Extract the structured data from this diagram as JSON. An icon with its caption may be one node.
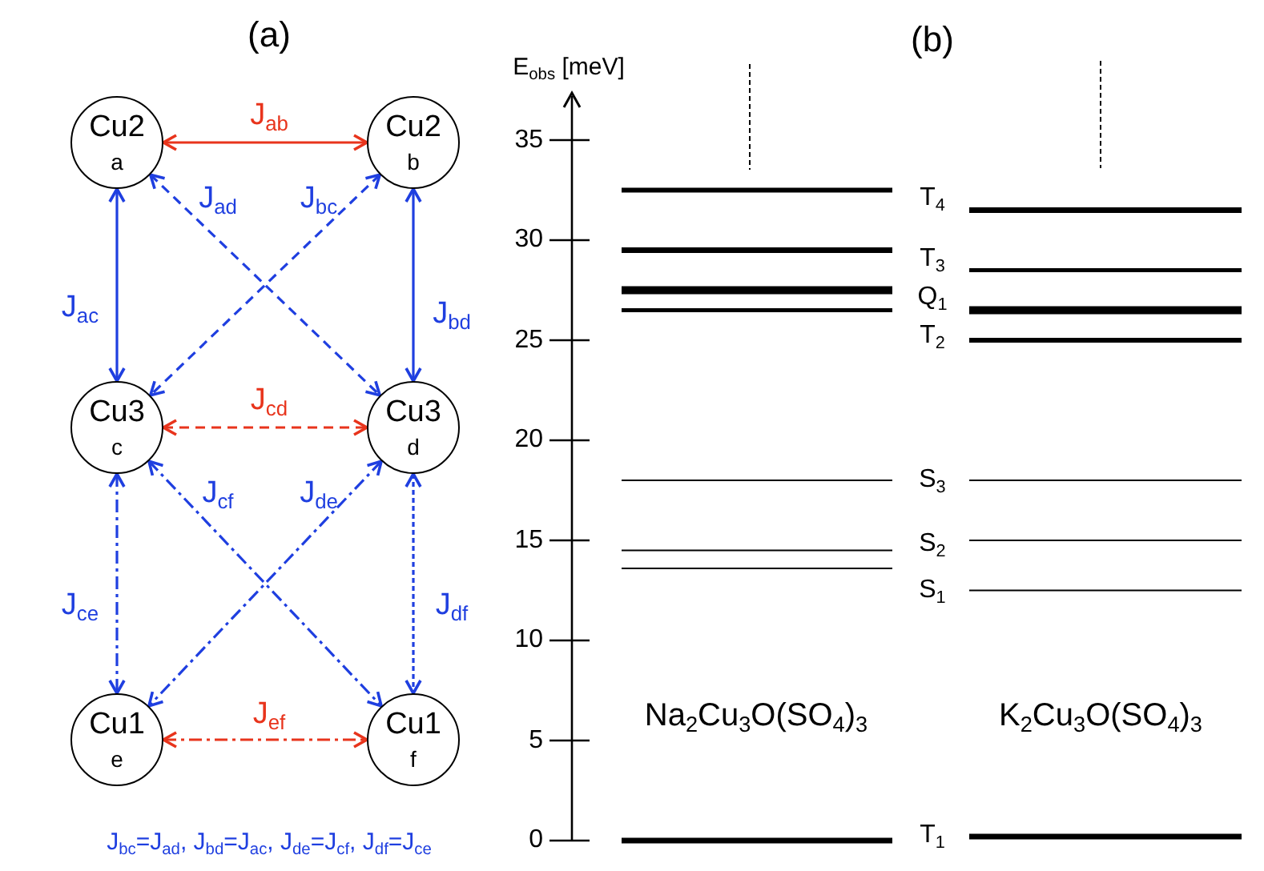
{
  "diagram": {
    "nodes": [
      {
        "text": [
          "Cu2",
          "a"
        ]
      },
      {
        "text": [
          "Cu2",
          "b"
        ]
      },
      {
        "text": [
          "Cu3",
          "c"
        ]
      },
      {
        "text": [
          "Cu3",
          "d"
        ]
      },
      {
        "text": [
          "Cu1",
          "e"
        ]
      },
      {
        "text": [
          "Cu1",
          "f"
        ]
      }
    ],
    "edges": [
      {
        "from": 0,
        "to": 1,
        "arrow": "both",
        "label": "J$_{ab}$",
        "color": "#e8341c"
      },
      {
        "from": 0,
        "to": 3,
        "arrow": "both",
        "label": "J$_{ad}$",
        "style": "dashed"
      },
      {
        "from": 1,
        "to": 2,
        "arrow": "both",
        "label": "J$_{bc}$",
        "style": "dashed"
      },
      {
        "from": 0,
        "to": 2,
        "arrow": "both",
        "label": "J$_{ac}$"
      },
      {
        "from": 1,
        "to": 3,
        "arrow": "both",
        "label": "J$_{bd}$"
      },
      {
        "from": 2,
        "to": 3,
        "arrow": "both",
        "label": "J$_{cd}$",
        "style": "dashed",
        "color": "#e8341c"
      },
      {
        "from": 2,
        "to": 5,
        "arrow": "both",
        "label": "J$_{cf}$",
        "style": "dashed"
      },
      {
        "from": 3,
        "to": 4,
        "arrow": "both",
        "label": "J$_{de}$",
        "style": "dashed"
      },
      {
        "from": 2,
        "to": 4,
        "arrow": "both",
        "label": "J$_{ce}$",
        "style": "dashed"
      },
      {
        "from": 3,
        "to": 5,
        "arrow": "both",
        "label": "J$_{df}$",
        "style": "dashed"
      },
      {
        "from": 4,
        "to": 5,
        "arrow": "both",
        "label": "J$_{ef}$",
        "style": "dashed",
        "color": "#e8341c"
      }
    ],
    "labels": [
      "(a)",
      "J$_{bc}$=J$_{ad}$, J$_{bd}$=J$_{ac}$, J$_{de}$=J$_{cf}$, J$_{df}$=J$_{ce}$",
      "(b)",
      "E$_{obs}$ [meV]",
      "35",
      "30",
      "25",
      "20",
      "15",
      "10",
      "5",
      "0",
      "T$_{4}$",
      "T$_{3}$",
      "Q$_{1}$",
      "T$_{2}$",
      "S$_{3}$",
      "S$_{2}$",
      "S$_{1}$",
      "T$_{1}$",
      "Na$_{2}$Cu$_{3}$O(SO$_{4}$)$_{3}$",
      "K$_{2}$Cu$_{3}$O(SO$_{4}$)$_{3}$"
    ]
  }
}
